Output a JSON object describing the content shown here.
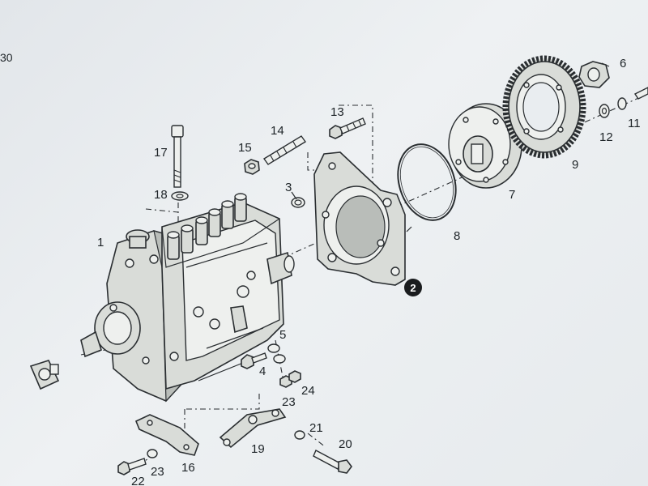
{
  "edge_text": "30",
  "callout": {
    "number": "2"
  },
  "labels": {
    "p1": "1",
    "p3": "3",
    "p4": "4",
    "p5": "5",
    "p6": "6",
    "p7": "7",
    "p8": "8",
    "p9": "9",
    "p11": "11",
    "p12": "12",
    "p13": "13",
    "p14": "14",
    "p15": "15",
    "p16": "16",
    "p17": "17",
    "p18": "18",
    "p19": "19",
    "p20": "20",
    "p21": "21",
    "p22": "22",
    "p23a": "23",
    "p23b": "23",
    "p24": "24"
  },
  "colors": {
    "background": "#e9edf0",
    "line": "#2a2e31",
    "callout": "#1a1c1e"
  }
}
